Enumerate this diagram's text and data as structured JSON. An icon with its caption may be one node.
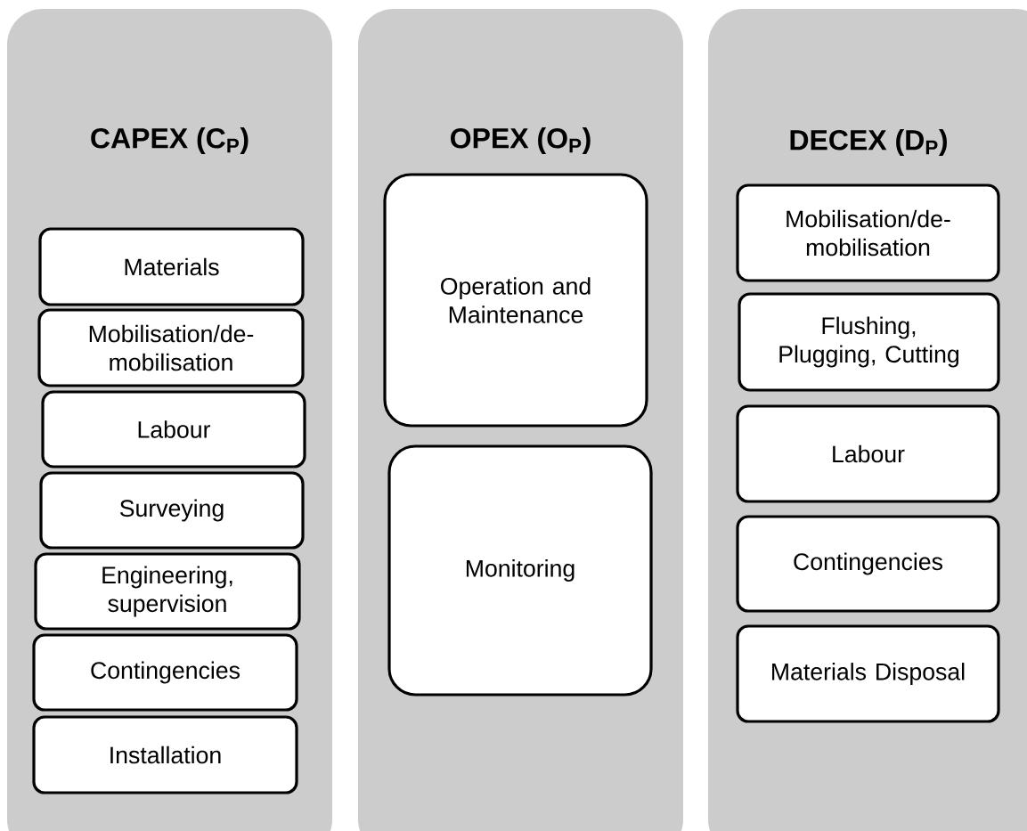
{
  "diagram": {
    "nodes": [
      {
        "text": [
          "CAPEX (C$_{P}$)"
        ]
      },
      {
        "text": [
          "Materials"
        ],
        "in": 0
      },
      {
        "text": [
          "Mobilisation/de-mobilisation"
        ],
        "in": 0
      },
      {
        "text": [
          "Labour"
        ],
        "in": 0
      },
      {
        "text": [
          "Surveying"
        ],
        "in": 0
      },
      {
        "text": [
          "Engineering, supervision"
        ],
        "in": 0
      },
      {
        "text": [
          "Contingencies"
        ],
        "in": 0
      },
      {
        "text": [
          "Installation"
        ],
        "in": 0
      },
      {
        "text": [
          "OPEX (O$_{P}$)"
        ]
      },
      {
        "text": [
          "Operation and Maintenance"
        ],
        "in": 8
      },
      {
        "text": [
          "Monitoring"
        ],
        "in": 8
      },
      {
        "text": [
          "DECEX (D$_{P}$)"
        ]
      },
      {
        "text": [
          "Mobilisation/de-mobilisation"
        ],
        "in": 11
      },
      {
        "text": [
          "Flushing, Plugging, Cutting"
        ],
        "in": 11
      },
      {
        "text": [
          "Labour"
        ],
        "in": 11
      },
      {
        "text": [
          "Contingencies"
        ],
        "in": 11
      },
      {
        "text": [
          "Materials Disposal"
        ],
        "in": 11
      }
    ]
  }
}
